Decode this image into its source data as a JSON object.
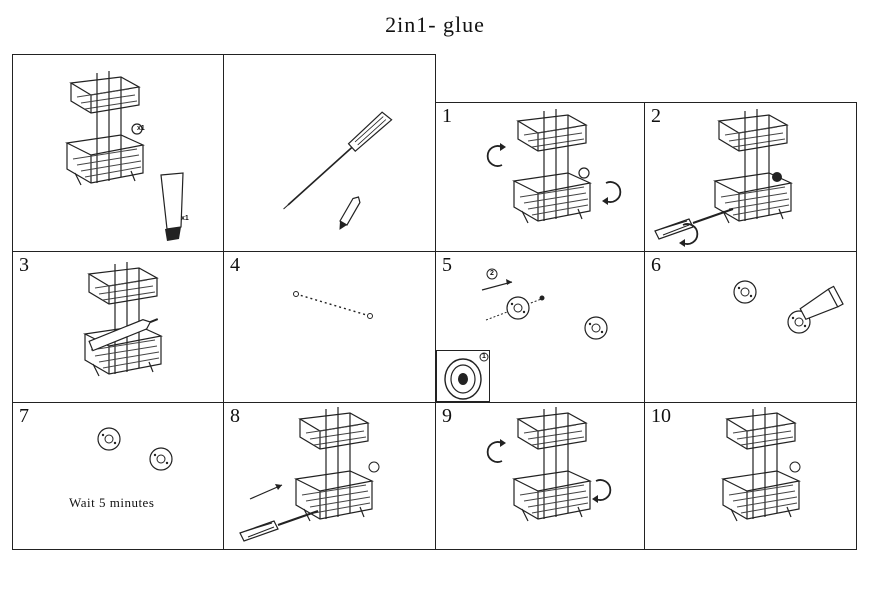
{
  "title": "2in1- glue",
  "parts": {
    "rack_qty": "x1",
    "glue_qty": "x1"
  },
  "steps": [
    {
      "num": "1"
    },
    {
      "num": "2"
    },
    {
      "num": "3"
    },
    {
      "num": "4"
    },
    {
      "num": "5"
    },
    {
      "num": "6"
    },
    {
      "num": "7"
    },
    {
      "num": "8"
    },
    {
      "num": "9"
    },
    {
      "num": "10"
    }
  ],
  "step5": {
    "marker_a": "2",
    "marker_b": "1"
  },
  "step7": {
    "note": "Wait 5 minutes"
  }
}
